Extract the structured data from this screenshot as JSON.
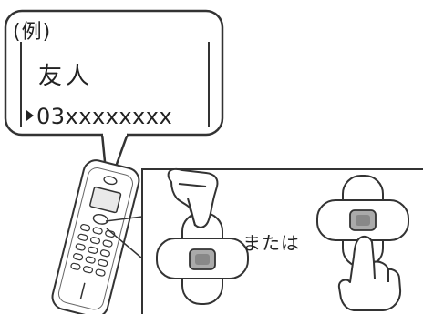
{
  "display_bubble": {
    "example_label": "(例)",
    "contact_name": "友人",
    "contact_number": "03xxxxxxxx"
  },
  "instruction": {
    "or_text": "または"
  },
  "icons": [
    "cordless-handset-icon",
    "hand-pointer-icon",
    "navigation-pad-icon"
  ],
  "colors": {
    "outline": "#333333",
    "pad_fill": "#ffffff",
    "key_fill": "#aaaaaa",
    "key_center": "#888888",
    "screen_fill": "#e9e9e9"
  }
}
